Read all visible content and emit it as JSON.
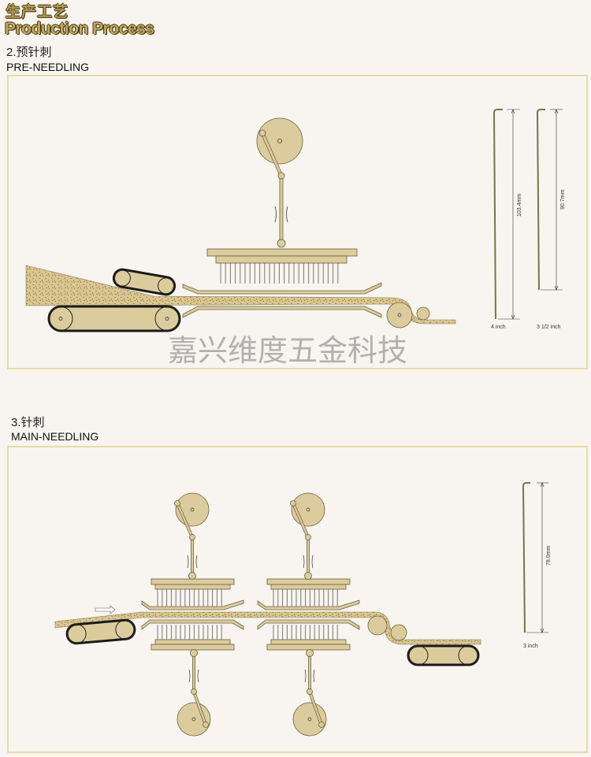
{
  "header": {
    "title_cn": "生产工艺",
    "title_en": "Production Process"
  },
  "pre_needling": {
    "heading_cn": "2.预针刺",
    "heading_en": "PRE-NEEDLING",
    "needles": [
      {
        "length": "103.4mm",
        "size": "4 inch"
      },
      {
        "length": "90.7mm",
        "size": "3 1/2 inch"
      }
    ]
  },
  "main_needling": {
    "heading_cn": "3.针刺",
    "heading_en": "MAIN-NEEDLING",
    "needles": [
      {
        "length": "78.0mm",
        "size": "3 inch"
      }
    ]
  },
  "watermark": "嘉兴维度五金科技",
  "colors": {
    "machine": "#dccb9c",
    "frame": "#e8dba8",
    "title_gold": "#c4a858"
  }
}
